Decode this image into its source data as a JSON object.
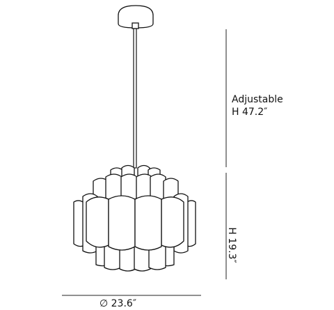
{
  "dimensions": {
    "adjustable_label": "Adjustable",
    "adjustable_height": "H 47.2″",
    "body_height": "H 19.3″",
    "diameter": "∅ 23.6″"
  }
}
